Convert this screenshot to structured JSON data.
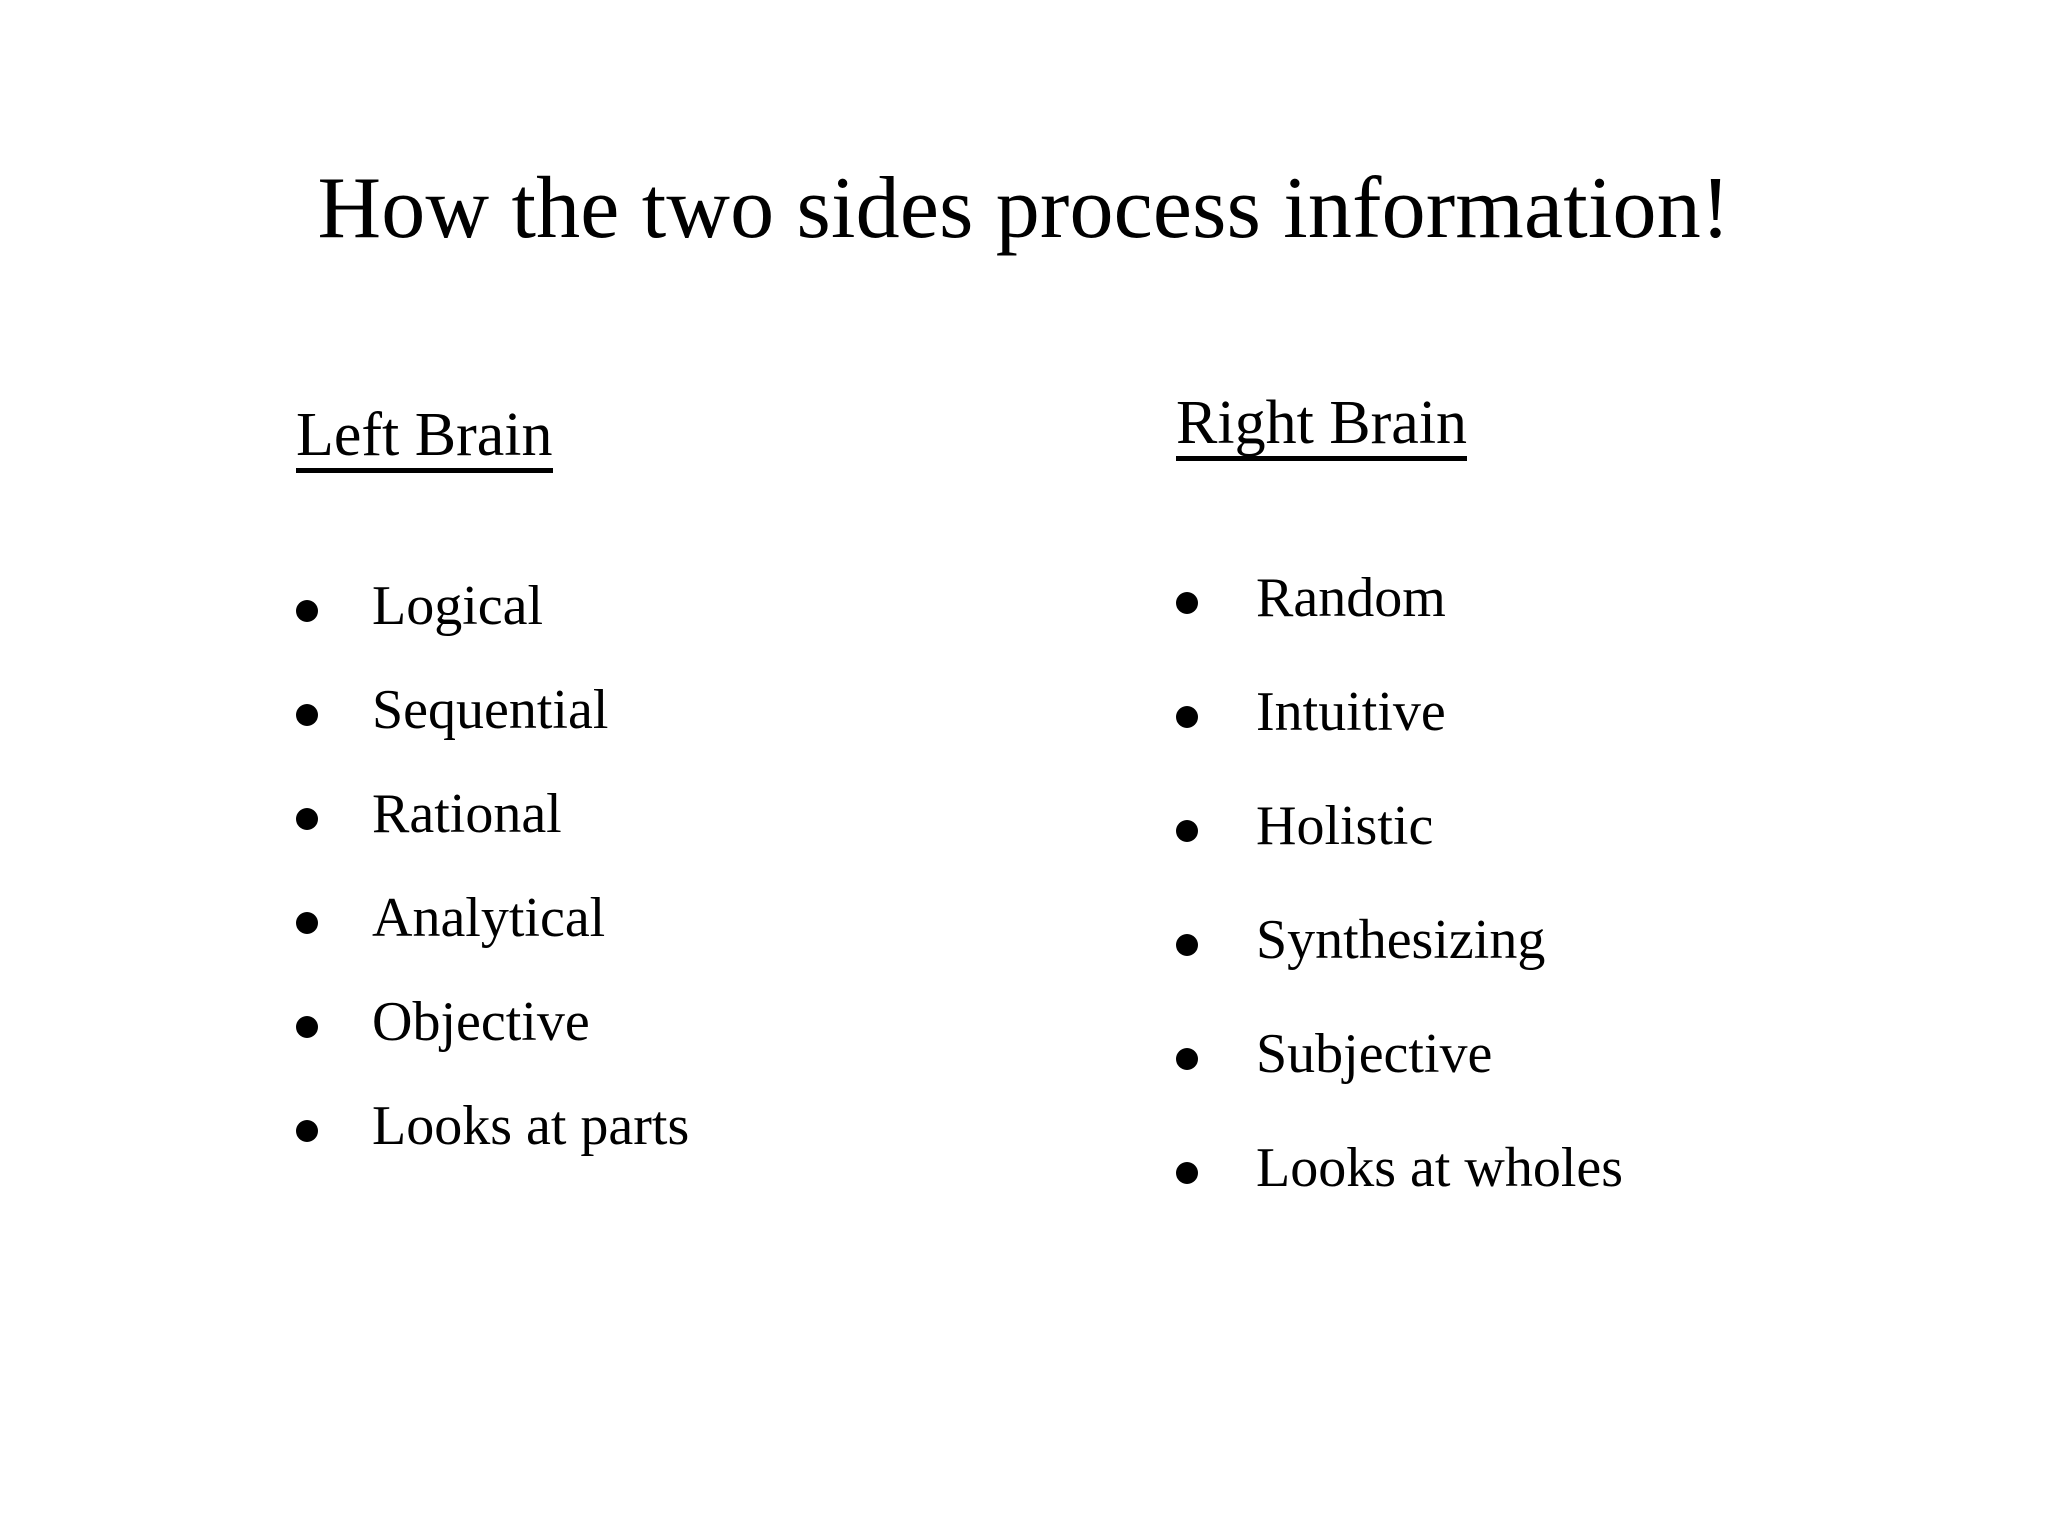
{
  "slide": {
    "title": "How the two sides process information!",
    "background_color": "#ffffff",
    "text_color": "#000000",
    "columns": [
      {
        "heading": "Left Brain",
        "items": [
          "Logical",
          "Sequential",
          "Rational",
          "Analytical",
          "Objective",
          "Looks at parts"
        ]
      },
      {
        "heading": "Right Brain",
        "items": [
          "Random",
          "Intuitive",
          "Holistic",
          "Synthesizing",
          "Subjective",
          "Looks at wholes"
        ]
      }
    ]
  }
}
